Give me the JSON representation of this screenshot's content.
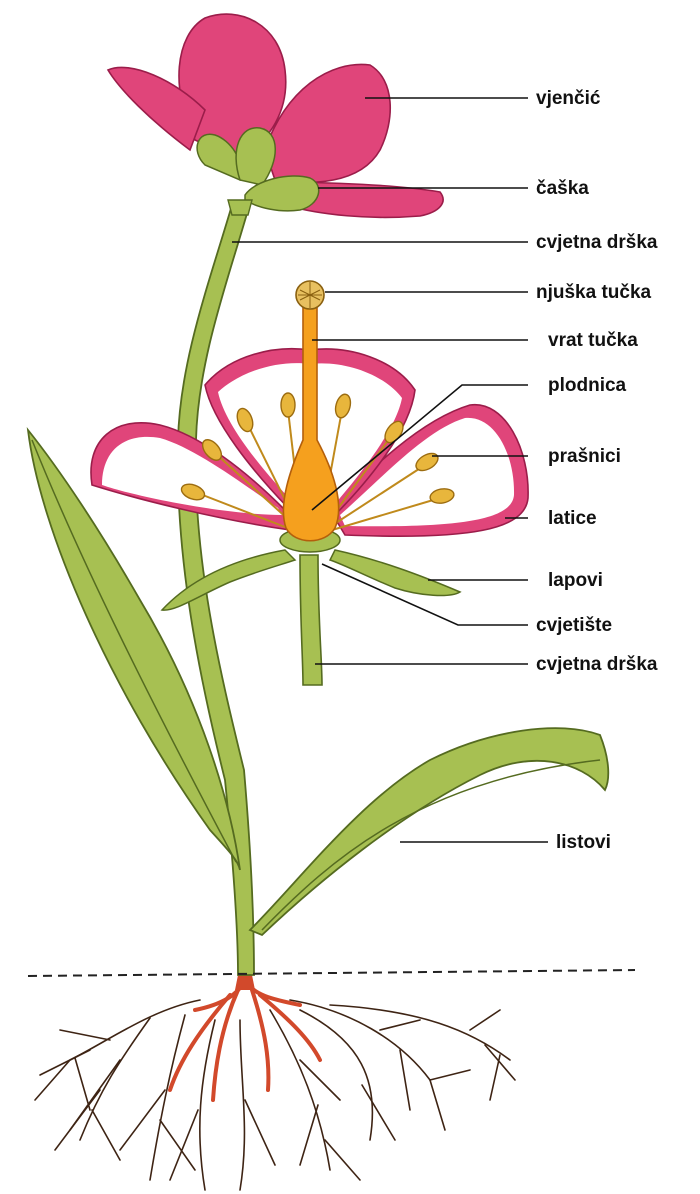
{
  "labels": {
    "vjencic": "vjenčić",
    "caska": "čaška",
    "cvjetna_drska_top": "cvjetna drška",
    "njuska_tucka": "njuška tučka",
    "vrat_tucka": "vrat tučka",
    "plodnica": "plodnica",
    "prasnici": "prašnici",
    "latice": "latice",
    "lapovi": "lapovi",
    "cvjetiste": "cvjetište",
    "cvjetna_drska_bottom": "cvjetna drška",
    "listovi": "listovi"
  },
  "colors": {
    "petal_pink": "#e0457a",
    "petal_dark": "#c0285e",
    "green": "#a7c052",
    "green_dark": "#556b20",
    "orange": "#f5a01e",
    "stamen": "#e8b63c",
    "root": "#d2492b",
    "root_dark": "#4a2a1a"
  }
}
